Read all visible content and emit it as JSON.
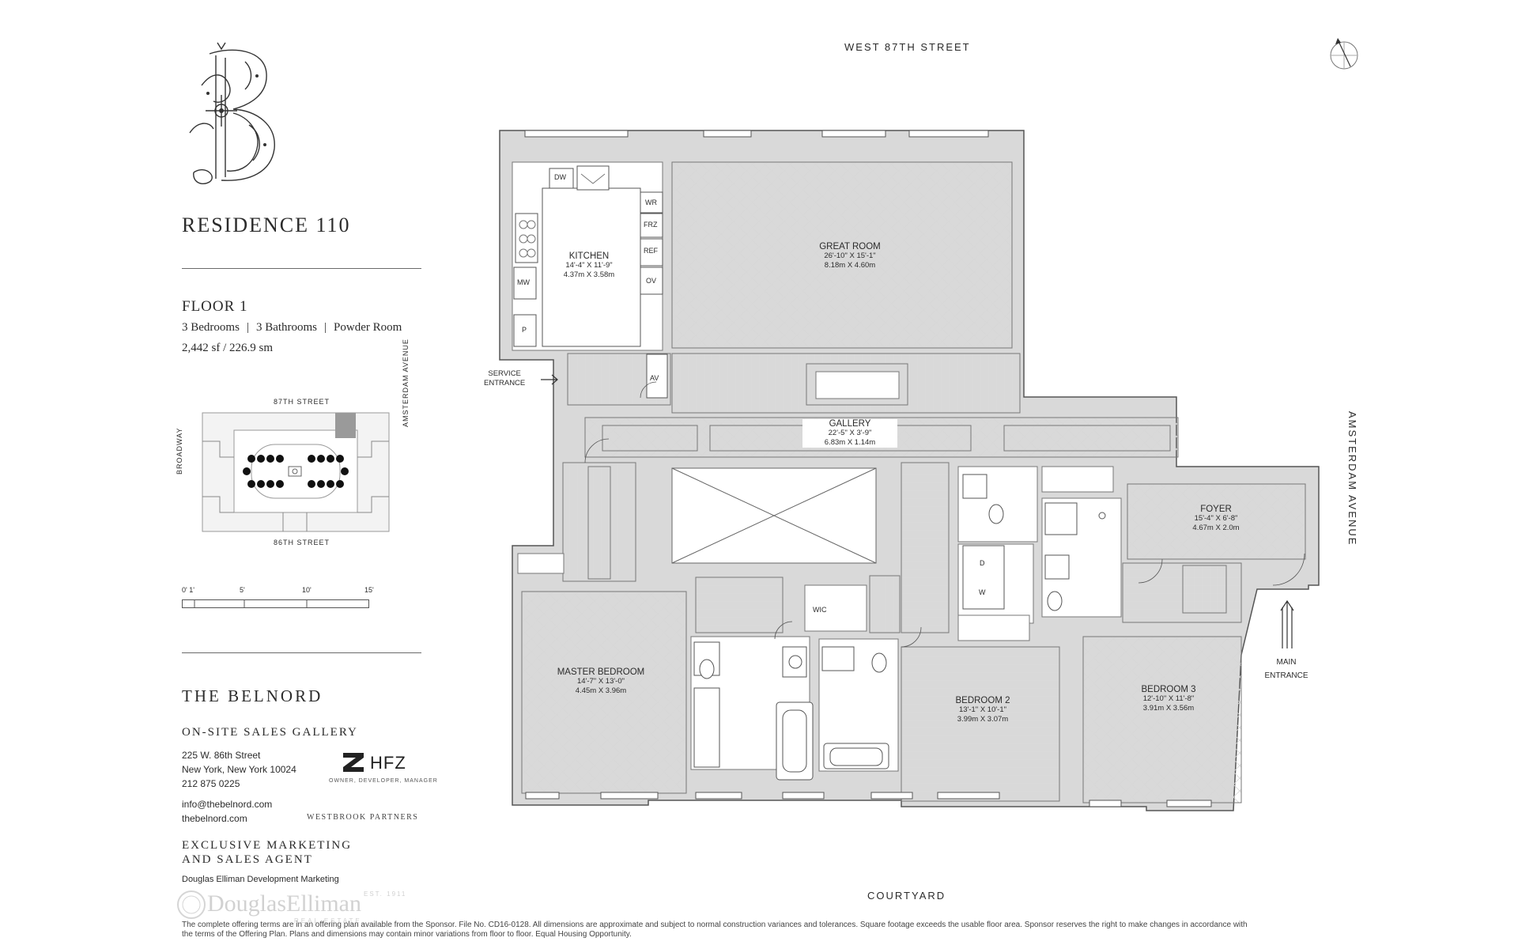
{
  "header": {
    "residence": "RESIDENCE 110",
    "floor": "FLOOR 1",
    "bedrooms": "3 Bedrooms",
    "bathrooms": "3 Bathrooms",
    "powder": "Powder Room",
    "area": "2,442 sf / 226.9 sm"
  },
  "keyplan": {
    "north": "87TH STREET",
    "south": "86TH STREET",
    "west": "BROADWAY",
    "east": "AMSTERDAM AVENUE"
  },
  "scale": {
    "labels": [
      "0' 1'",
      "5'",
      "10'",
      "15'"
    ]
  },
  "brand": {
    "name": "THE BELNORD",
    "gallery_heading": "ON-SITE SALES GALLERY",
    "address1": "225 W. 86th Street",
    "address2": "New York, New York 10024",
    "phone": "212 875 0225",
    "email": "info@thebelnord.com",
    "web": "thebelnord.com",
    "hfz": "HFZ",
    "hfz_sub": "OWNER, DEVELOPER, MANAGER",
    "westbrook": "WESTBROOK PARTNERS",
    "marketing1": "EXCLUSIVE MARKETING",
    "marketing2": "AND SALES AGENT",
    "agent": "Douglas Elliman Development Marketing",
    "watermark": "DouglasElliman",
    "watermark_est": "EST. 1911",
    "watermark_sub": "REAL ESTATE"
  },
  "plan": {
    "street_north": "WEST 87TH STREET",
    "street_east": "AMSTERDAM AVENUE",
    "south": "COURTYARD",
    "service_entrance": [
      "SERVICE",
      "ENTRANCE"
    ],
    "main_entrance": [
      "MAIN",
      "ENTRANCE"
    ],
    "rooms": [
      {
        "name": "KITCHEN",
        "dim1": "14'-4\" X 11'-9\"",
        "dim2": "4.37m X 3.58m"
      },
      {
        "name": "GREAT ROOM",
        "dim1": "26'-10\" X 15'-1\"",
        "dim2": "8.18m X 4.60m"
      },
      {
        "name": "GALLERY",
        "dim1": "22'-5\" X 3'-9\"",
        "dim2": "6.83m X 1.14m"
      },
      {
        "name": "FOYER",
        "dim1": "15'-4\" X 6'-8\"",
        "dim2": "4.67m X 2.0m"
      },
      {
        "name": "MASTER BEDROOM",
        "dim1": "14'-7\" X 13'-0\"",
        "dim2": "4.45m X 3.96m"
      },
      {
        "name": "BEDROOM 2",
        "dim1": "13'-1\" X 10'-1\"",
        "dim2": "3.99m X 3.07m"
      },
      {
        "name": "BEDROOM 3",
        "dim1": "12'-10\" X 11'-8\"",
        "dim2": "3.91m X 3.56m"
      }
    ],
    "appliances": {
      "dw": "DW",
      "wr": "WR",
      "frz": "FRZ",
      "ref": "REF",
      "ov": "OV",
      "mw": "MW",
      "p": "P",
      "av": "AV",
      "wic": "WIC",
      "d": "D",
      "w": "W"
    }
  },
  "footer": {
    "line1": "The complete offering terms are in an offering plan available from the Sponsor. File No. CD16-0128. All dimensions are approximate and subject to normal construction variances and tolerances. Square footage exceeds the usable floor area. Sponsor reserves the right to make changes in accordance with",
    "line2": "the terms of the Offering Plan. Plans and dimensions may contain minor variations from floor to floor. Equal Housing Opportunity."
  }
}
